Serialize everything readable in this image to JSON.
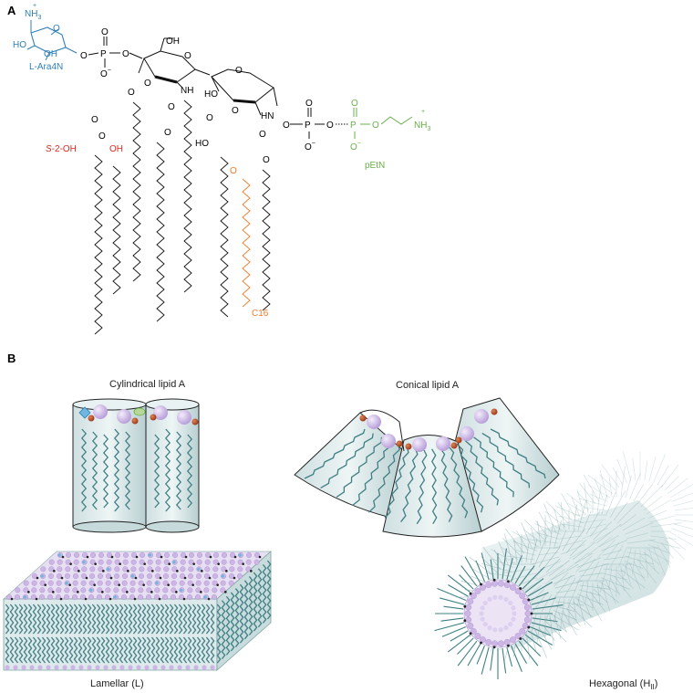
{
  "panels": {
    "a_letter": "A",
    "b_letter": "B"
  },
  "structure": {
    "ara_label": "L-Ara4N",
    "s2oh_label_italic": "S",
    "s2oh_label_rest": "-2-OH",
    "petn_label": "pEtN",
    "c16_label": "C16",
    "atoms": {
      "nh3": "NH",
      "nh3_sub": "3",
      "plus": "+",
      "ho": "HO",
      "oh": "OH",
      "o": "O",
      "p": "P",
      "o_minus": "O",
      "minus": "−",
      "nh": "NH",
      "hn": "HN",
      "h": "H"
    }
  },
  "labels": {
    "cylindrical": "Cylindrical lipid A",
    "conical": "Conical lipid A",
    "lamellar": "Lamellar (L)",
    "hexagonal": "Hexagonal (H",
    "hexagonal_sub": "II",
    "hexagonal_close": ")"
  },
  "colors": {
    "ara4n": "#2f7fb5",
    "hydroxyl": "#d42a20",
    "petn": "#6ab04c",
    "c16": "#ef7c2a",
    "tail": "#3f7f83",
    "headgroup": "#cdb6e6",
    "phosphate": "#c2532a",
    "membrane_fill": "#dde9ea"
  }
}
